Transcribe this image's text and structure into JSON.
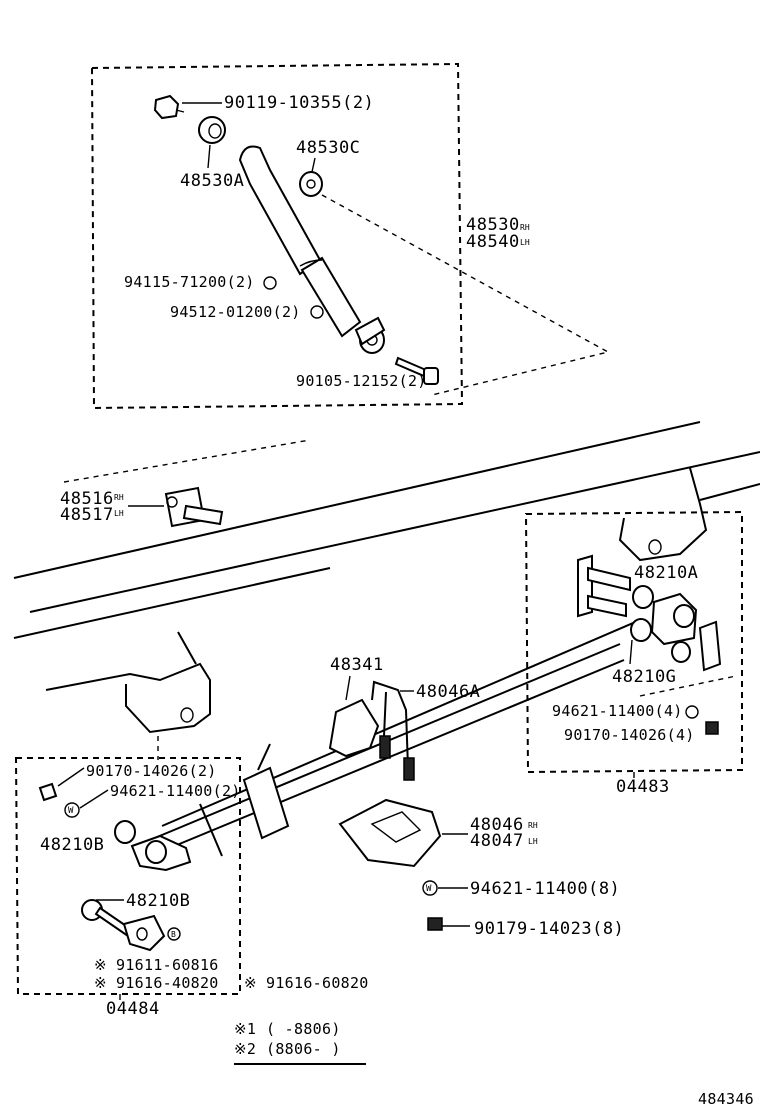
{
  "shock_group": {
    "nut_part": "90119-10355(2)",
    "bushing_a": "48530A",
    "bushing_c": "48530C",
    "absorber_rh": "48530",
    "absorber_rh_side": "RH",
    "absorber_lh": "48540",
    "absorber_lh_side": "LH",
    "nut_94115": "94115-71200(2)",
    "washer_94512": "94512-01200(2)",
    "bolt_90105": "90105-12152(2)"
  },
  "bumper": {
    "rh": "48516",
    "rh_side": "RH",
    "lh": "48517",
    "lh_side": "LH"
  },
  "rear_hanger_group": {
    "bushing_a": "48210A",
    "bushing_g": "48210G",
    "washer": "94621-11400(4)",
    "nut": "90170-14026(4)",
    "assy": "04483"
  },
  "front_hanger_group": {
    "nut": "90170-14026(2)",
    "washer": "94621-11400(2)",
    "bushing_b1": "48210B",
    "bushing_b2": "48210B",
    "bolt_1": "91611-60816",
    "bolt_2": "91616-40820",
    "bolt_3": "91616-60820",
    "assy": "04484"
  },
  "center": {
    "clamp": "48341",
    "ubolt": "48046A",
    "seat_rh": "48046",
    "seat_rh_side": "RH",
    "seat_lh": "48047",
    "seat_lh_side": "LH",
    "washer": "94621-11400(8)",
    "nut": "90179-14023(8)"
  },
  "legend": {
    "mark1": "※1",
    "mark2": "※2",
    "range1": "(      -8806)",
    "range2": "(8806-      )",
    "asterisk": "※"
  },
  "figure_number": "484346",
  "icons": {
    "washer_symbol": "W",
    "bolt_symbol": "B"
  }
}
